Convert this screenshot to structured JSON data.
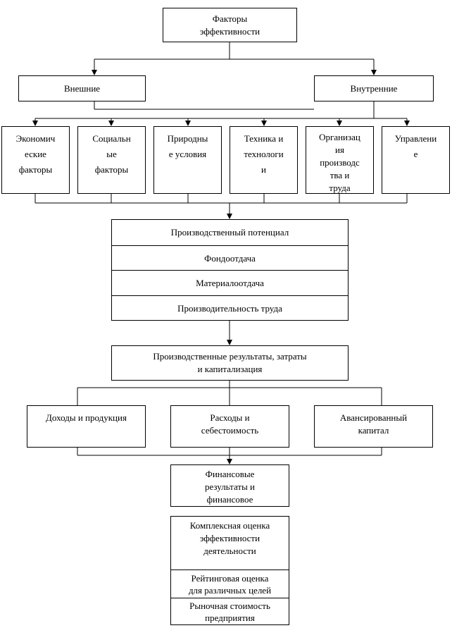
{
  "root": "Факторы\nэффективности",
  "groups": {
    "external": "Внешние",
    "internal": "Внутренние"
  },
  "factors": [
    "Экономич\nеские\nфакторы",
    "Социальн\nые\nфакторы",
    "Природны\nе условия",
    "Техника и\nтехнологи\nи",
    "Организац\nия\nпроизводс\nтва и\nтруда",
    "Управлени\nе"
  ],
  "potential": [
    "Производственный потенциал",
    "Фондоотдача",
    "Материалоотдача",
    "Производительность труда"
  ],
  "results": "Производственные результаты, затраты\nи капитализация",
  "components": [
    "Доходы и продукция",
    "Расходы и\nсебестоимость",
    "Авансированный\nкапитал"
  ],
  "financial": "Финансовые\nрезультаты и\nфинансовое",
  "assessment": [
    "Комплексная оценка\nэффективности\nдеятельности",
    "Рейтинговая оценка\nдля различных целей",
    "Рыночная стоимость\nпредприятия"
  ]
}
